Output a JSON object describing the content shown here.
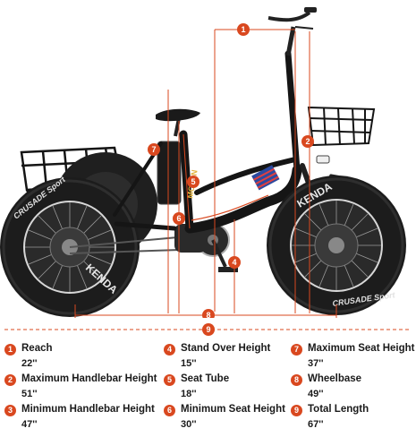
{
  "colors": {
    "accent": "#d9481f",
    "tire": "#1c1c1c",
    "frame": "#151515",
    "text": "#1a1a1a"
  },
  "tire_lettering": {
    "left_tire": "KENDA",
    "right_tire": "KENDA",
    "crusade_left": "CRUSADE Sport",
    "crusade_right": "CRUSADE Sport"
  },
  "frame_lettering": {
    "top_tube": "MOTAN"
  },
  "markers": {
    "m1": "1",
    "m2": "2",
    "m4": "4",
    "m5": "5",
    "m6": "6",
    "m7": "7",
    "m8": "8",
    "m9": "9"
  },
  "legend": [
    {
      "number": "1",
      "label": "Reach",
      "value": "22''"
    },
    {
      "number": "2",
      "label": "Maximum Handlebar Height",
      "value": "51''"
    },
    {
      "number": "3",
      "label": "Minimum Handlebar Height",
      "value": "47''"
    },
    {
      "number": "4",
      "label": "Stand Over Height",
      "value": "15''"
    },
    {
      "number": "5",
      "label": "Seat Tube",
      "value": "18''"
    },
    {
      "number": "6",
      "label": "Minimum Seat Height",
      "value": "30''"
    },
    {
      "number": "7",
      "label": "Maximum Seat Height",
      "value": "37''"
    },
    {
      "number": "8",
      "label": "Wheelbase",
      "value": "49''"
    },
    {
      "number": "9",
      "label": "Total Length",
      "value": "67''"
    }
  ]
}
